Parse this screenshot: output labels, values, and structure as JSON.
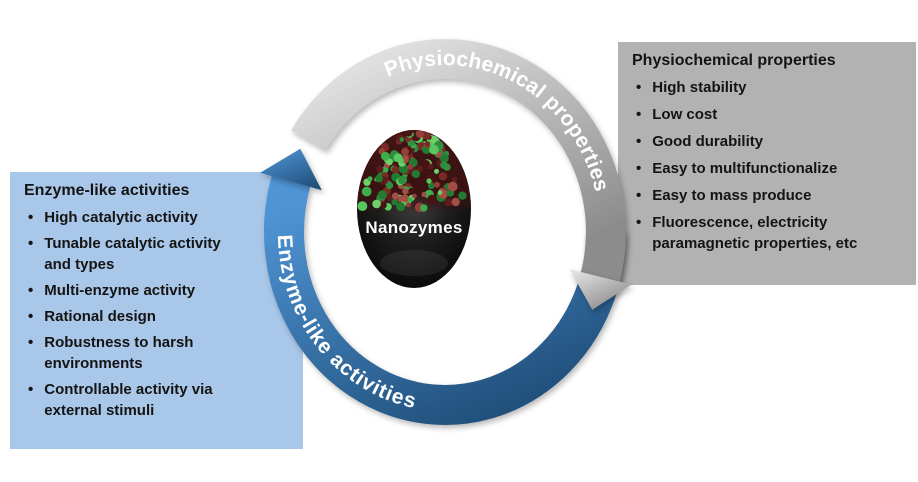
{
  "center": {
    "label": "Nanozymes"
  },
  "arcs": {
    "top": {
      "label": "Physiochemical properties"
    },
    "bottom": {
      "label": "Enzyme-like activities"
    }
  },
  "left_panel": {
    "title": "Enzyme-like activities",
    "items": [
      "High catalytic activity",
      "Tunable catalytic activity and types",
      "Multi-enzyme activity",
      "Rational design",
      "Robustness to harsh environments",
      "Controllable activity via external stimuli"
    ]
  },
  "right_panel": {
    "title": "Physiochemical properties",
    "items": [
      "High stability",
      "Low cost",
      "Good durability",
      "Easy to multifunctionalize",
      "Easy to mass produce",
      "Fluorescence, electricity paramagnetic properties, etc"
    ]
  },
  "ui": {
    "bullet_char": "•"
  },
  "colors": {
    "arc_gray_light": "#e9e9e9",
    "arc_gray_dark": "#8c8c8c",
    "arc_blue_light": "#4f94d4",
    "arc_blue_dark": "#1f4e79",
    "left_panel_bg": "#a9c7e8",
    "right_panel_bg": "#b2b2b2",
    "sphere_base_tint": "#401414"
  }
}
